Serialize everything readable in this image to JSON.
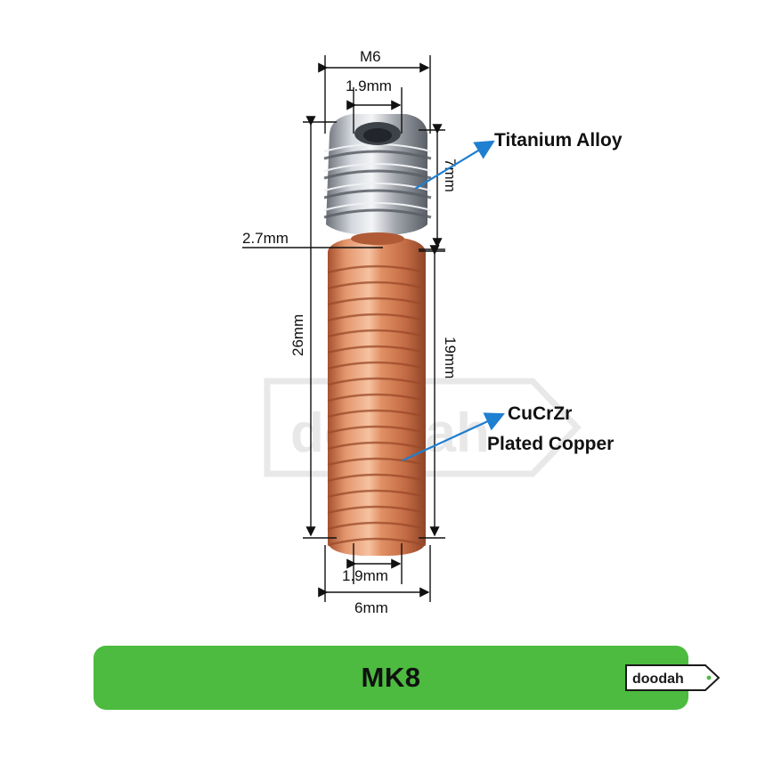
{
  "dimensions": {
    "thread_top": "M6",
    "bore_top": "1.9mm",
    "ti_length": "7mm",
    "neck": "2.7mm",
    "total_length": "26mm",
    "cu_length": "19mm",
    "bore_bottom": "1.9mm",
    "thread_bottom": "6mm"
  },
  "labels": {
    "titanium": "Titanium Alloy",
    "copper_line1": "CuCrZr",
    "copper_line2": "Plated Copper"
  },
  "banner": {
    "title": "MK8"
  },
  "logo": {
    "text": "doodah",
    "watermark": "doodah"
  },
  "colors": {
    "banner": "#4cbb3f",
    "arrow": "#1f7fd1",
    "copper": "#d9825a",
    "titanium": "#b8bcc4"
  }
}
